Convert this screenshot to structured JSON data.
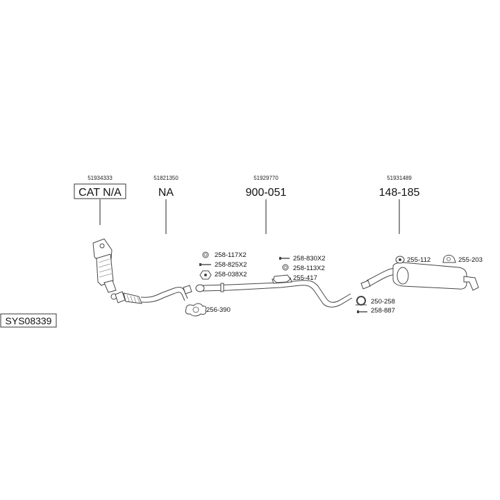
{
  "system": {
    "code": "SYS08339"
  },
  "components": [
    {
      "oe": "51934333",
      "part_no": "CAT N/A"
    },
    {
      "oe": "51821350",
      "part_no": "NA"
    },
    {
      "oe": "51929770",
      "part_no": "900-051"
    },
    {
      "oe": "51931489",
      "part_no": "148-185"
    }
  ],
  "fittings": [
    "258-117X2",
    "258-825X2",
    "258-038X2",
    "256-390",
    "258-830X2",
    "258-113X2",
    "255-417",
    "255-112",
    "255-203",
    "250-258",
    "258-887"
  ]
}
